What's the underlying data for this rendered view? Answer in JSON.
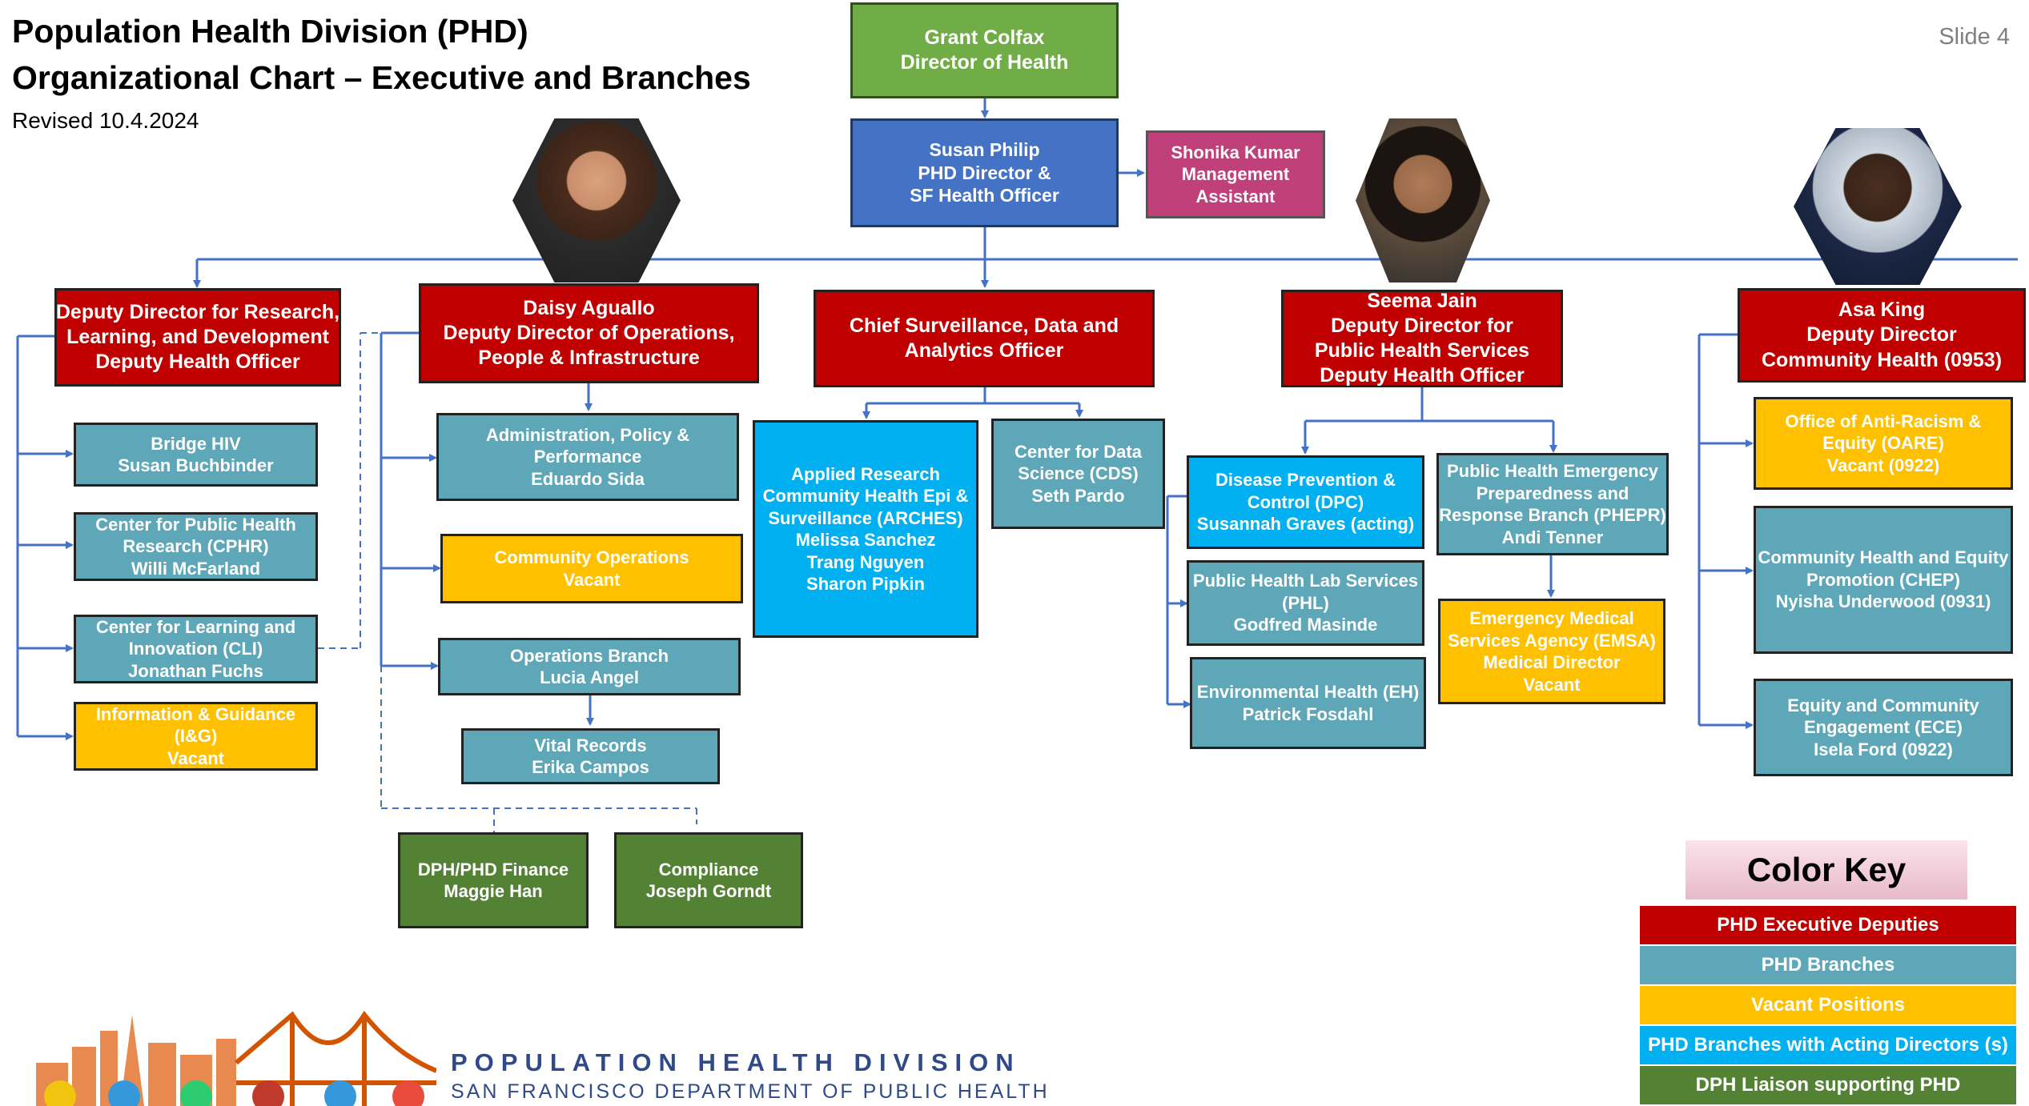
{
  "header": {
    "title_line1": "Population Health Division (PHD)",
    "title_line2": "Organizational Chart – Executive and Branches",
    "revised": "Revised 10.4.2024",
    "slide": "Slide 4"
  },
  "top": {
    "director": [
      "Grant Colfax",
      "Director of Health"
    ],
    "phd_director": [
      "Susan Philip",
      "PHD Director &",
      "SF Health Officer"
    ],
    "management": [
      "Shonika Kumar",
      "Management",
      "Assistant"
    ]
  },
  "deputies": {
    "research": [
      "Deputy Director for Research,",
      "Learning, and Development",
      "Deputy Health Officer"
    ],
    "operations": [
      "Daisy Aguallo",
      "Deputy Director of Operations,",
      "People & Infrastructure"
    ],
    "surveillance": [
      "Chief Surveillance, Data and",
      "Analytics Officer"
    ],
    "public_health": [
      "Seema Jain",
      "Deputy Director for",
      "Public Health Services",
      "Deputy Health Officer"
    ],
    "community": [
      "Asa King",
      "Deputy Director",
      "Community Health (0953)"
    ]
  },
  "research_branches": {
    "bridge": [
      "Bridge HIV",
      "Susan Buchbinder"
    ],
    "cphr": [
      "Center for Public Health",
      "Research (CPHR)",
      "Willi McFarland"
    ],
    "cli": [
      "Center for Learning and",
      "Innovation (CLI)",
      "Jonathan Fuchs"
    ],
    "ig": [
      "Information & Guidance",
      "(I&G)",
      "Vacant"
    ]
  },
  "operations_branches": {
    "admin": [
      "Administration, Policy &",
      "Performance",
      "Eduardo Sida"
    ],
    "community_ops": [
      "Community Operations",
      "Vacant"
    ],
    "ops_branch": [
      "Operations Branch",
      "Lucia Angel"
    ],
    "vital": [
      "Vital Records",
      "Erika Campos"
    ],
    "finance": [
      "DPH/PHD Finance",
      "Maggie Han"
    ],
    "compliance": [
      "Compliance",
      "Joseph Gorndt"
    ]
  },
  "surveillance_branches": {
    "arches": [
      "Applied Research",
      "Community Health Epi &",
      "Surveillance (ARCHES)",
      "Melissa Sanchez",
      "Trang Nguyen",
      "Sharon Pipkin"
    ],
    "cds": [
      "Center for Data",
      "Science (CDS)",
      "Seth Pardo"
    ]
  },
  "public_health_branches": {
    "dpc": [
      "Disease Prevention &",
      "Control (DPC)",
      "Susannah Graves (acting)"
    ],
    "phl": [
      "Public Health Lab Services",
      "(PHL)",
      "Godfred Masinde"
    ],
    "eh": [
      "Environmental Health (EH)",
      "Patrick Fosdahl"
    ],
    "phepr": [
      "Public Health Emergency",
      "Preparedness and",
      "Response Branch (PHEPR)",
      "Andi Tenner"
    ],
    "emsa": [
      "Emergency Medical",
      "Services Agency (EMSA)",
      "Medical Director",
      "Vacant"
    ]
  },
  "community_branches": {
    "oare": [
      "Office of Anti-Racism &",
      "Equity (OARE)",
      "Vacant (0922)"
    ],
    "chep": [
      "Community Health and Equity",
      "Promotion (CHEP)",
      "Nyisha Underwood (0931)"
    ],
    "ece": [
      "Equity and Community",
      "Engagement (ECE)",
      "Isela Ford  (0922)"
    ]
  },
  "color_key": {
    "title": "Color Key",
    "rows": [
      {
        "label": "PHD Executive Deputies",
        "color": "#c00000"
      },
      {
        "label": "PHD Branches",
        "color": "#5ea7b8"
      },
      {
        "label": "Vacant Positions",
        "color": "#ffc000"
      },
      {
        "label": "PHD Branches with Acting Directors (s)",
        "color": "#00b0f0"
      },
      {
        "label": "DPH Liaison supporting PHD",
        "color": "#548235"
      }
    ]
  },
  "brand": {
    "line1": "POPULATION HEALTH DIVISION",
    "line2": "SAN FRANCISCO DEPARTMENT OF PUBLIC HEALTH"
  }
}
